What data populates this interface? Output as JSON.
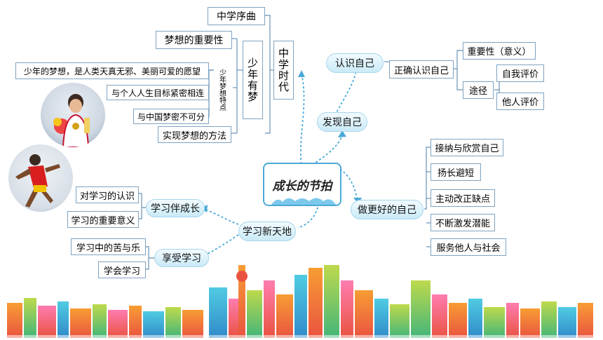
{
  "center": "成长的节拍",
  "branches": {
    "middle_school": {
      "title": "中学时代",
      "dream": "少年有梦",
      "features_title": "少年梦想特点",
      "items": [
        "中学序曲",
        "梦想的重要性",
        "实现梦想的方法"
      ],
      "features": [
        "少年的梦想，是人类天真无邪、美丽可爱的愿望",
        "与个人人生目标紧密相连",
        "与中国梦密不可分"
      ]
    },
    "discover": {
      "title": "发现自己",
      "know": "认识自己",
      "correct": "正确认识自己",
      "importance": "重要性（意义）",
      "ways": "途径",
      "self_eval": "自我评价",
      "others_eval": "他人评价"
    },
    "better": {
      "title": "做更好的自己",
      "items": [
        "接纳与欣赏自己",
        "扬长避短",
        "主动改正缺点",
        "不断激发潜能",
        "服务他人与社会"
      ]
    },
    "study": {
      "title": "学习新天地",
      "grow": "学习伴成长",
      "grow_items": [
        "对学习的认识",
        "学习的重要意义"
      ],
      "enjoy": "享受学习",
      "enjoy_items": [
        "学习中的苦与乐",
        "学会学习"
      ]
    }
  },
  "colors": {
    "line": "#4aa9d8",
    "box_border": "#7fa3c0",
    "grad_border": "#a8d6ea"
  }
}
